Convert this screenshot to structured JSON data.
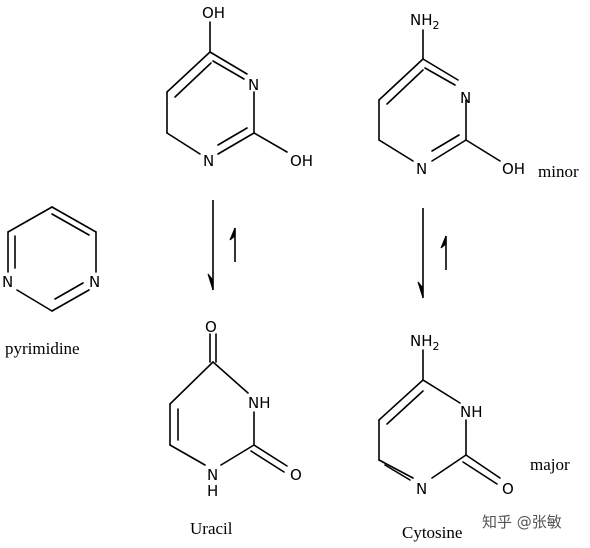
{
  "atoms": {
    "oh": "OH",
    "n": "N",
    "nh": "NH",
    "h": "H",
    "o": "O",
    "nh2": "NH2",
    "nh2_base": "NH",
    "nh2_sub": "2"
  },
  "labels": {
    "pyrimidine": "pyrimidine",
    "uracil": "Uracil",
    "cytosine": "Cytosine",
    "minor": "minor",
    "major": "major"
  },
  "watermark": "知乎 @张敏"
}
